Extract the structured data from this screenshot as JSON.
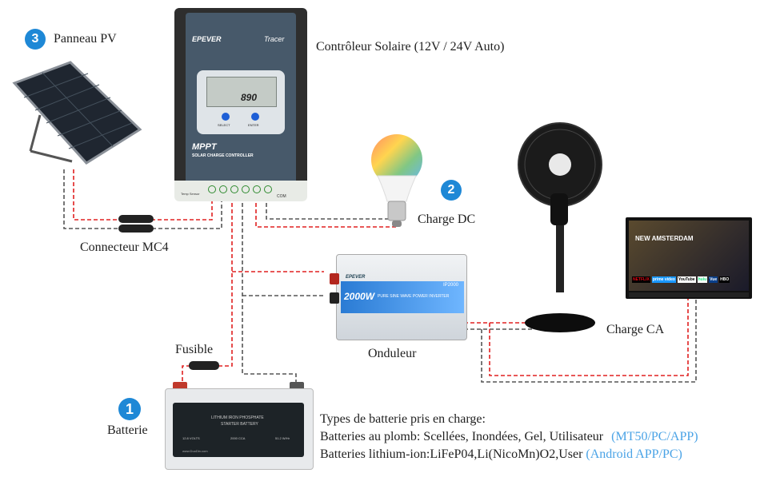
{
  "labels": {
    "pv_panel": "Panneau PV",
    "controller": "Contrôleur Solaire (12V / 24V Auto)",
    "mc4": "Connecteur MC4",
    "dc_load": "Charge DC",
    "inverter": "Onduleur",
    "ac_load": "Charge CA",
    "fuse": "Fusible",
    "battery": "Batterie"
  },
  "badges": {
    "pv": "3",
    "dc": "2",
    "battery": "1"
  },
  "controller_device": {
    "brand": "EPEVER",
    "series": "Tracer",
    "display_value": "890",
    "btn_select": "SELECT",
    "btn_enter": "ENTER",
    "model": "MPPT",
    "subtitle": "SOLAR CHARGE CONTROLLER",
    "temp_sensor": "Temp Sensor",
    "com": "COM"
  },
  "inverter_device": {
    "brand": "EPEVER",
    "model": "IP2000",
    "power": "2000W",
    "desc": "PURE SINE WAVE POWER INVERTER"
  },
  "tv": {
    "show_title": "NEW AMSTERDAM",
    "apps": [
      "NETFLIX",
      "prime video",
      "YouTube",
      "hulu",
      "Vue",
      "HBO"
    ]
  },
  "battery_device": {
    "line1": "LITHIUM IRON PHOSPHATE",
    "line2": "STARTER BATTERY",
    "spec1": "12.8 VOLTS",
    "spec2": "2000 CCA",
    "spec3": "51.2 W/Hr",
    "website": "www.DuoDin.com"
  },
  "battery_types": {
    "heading": "Types de batterie pris en charge:",
    "lead_text": "Batteries au plomb: Scellées, Inondées, Gel, Utilisateur",
    "lead_note": "(MT50/PC/APP)",
    "lithium_text": "Batteries lithium-ion:LiFeP04,Li(NicoMn)O2,User",
    "lithium_note": "(Android APP/PC)"
  },
  "colors": {
    "positive_wire": "#e02020",
    "negative_wire": "#555555",
    "badge": "#1e88d6",
    "note": "#4aa3e6"
  }
}
